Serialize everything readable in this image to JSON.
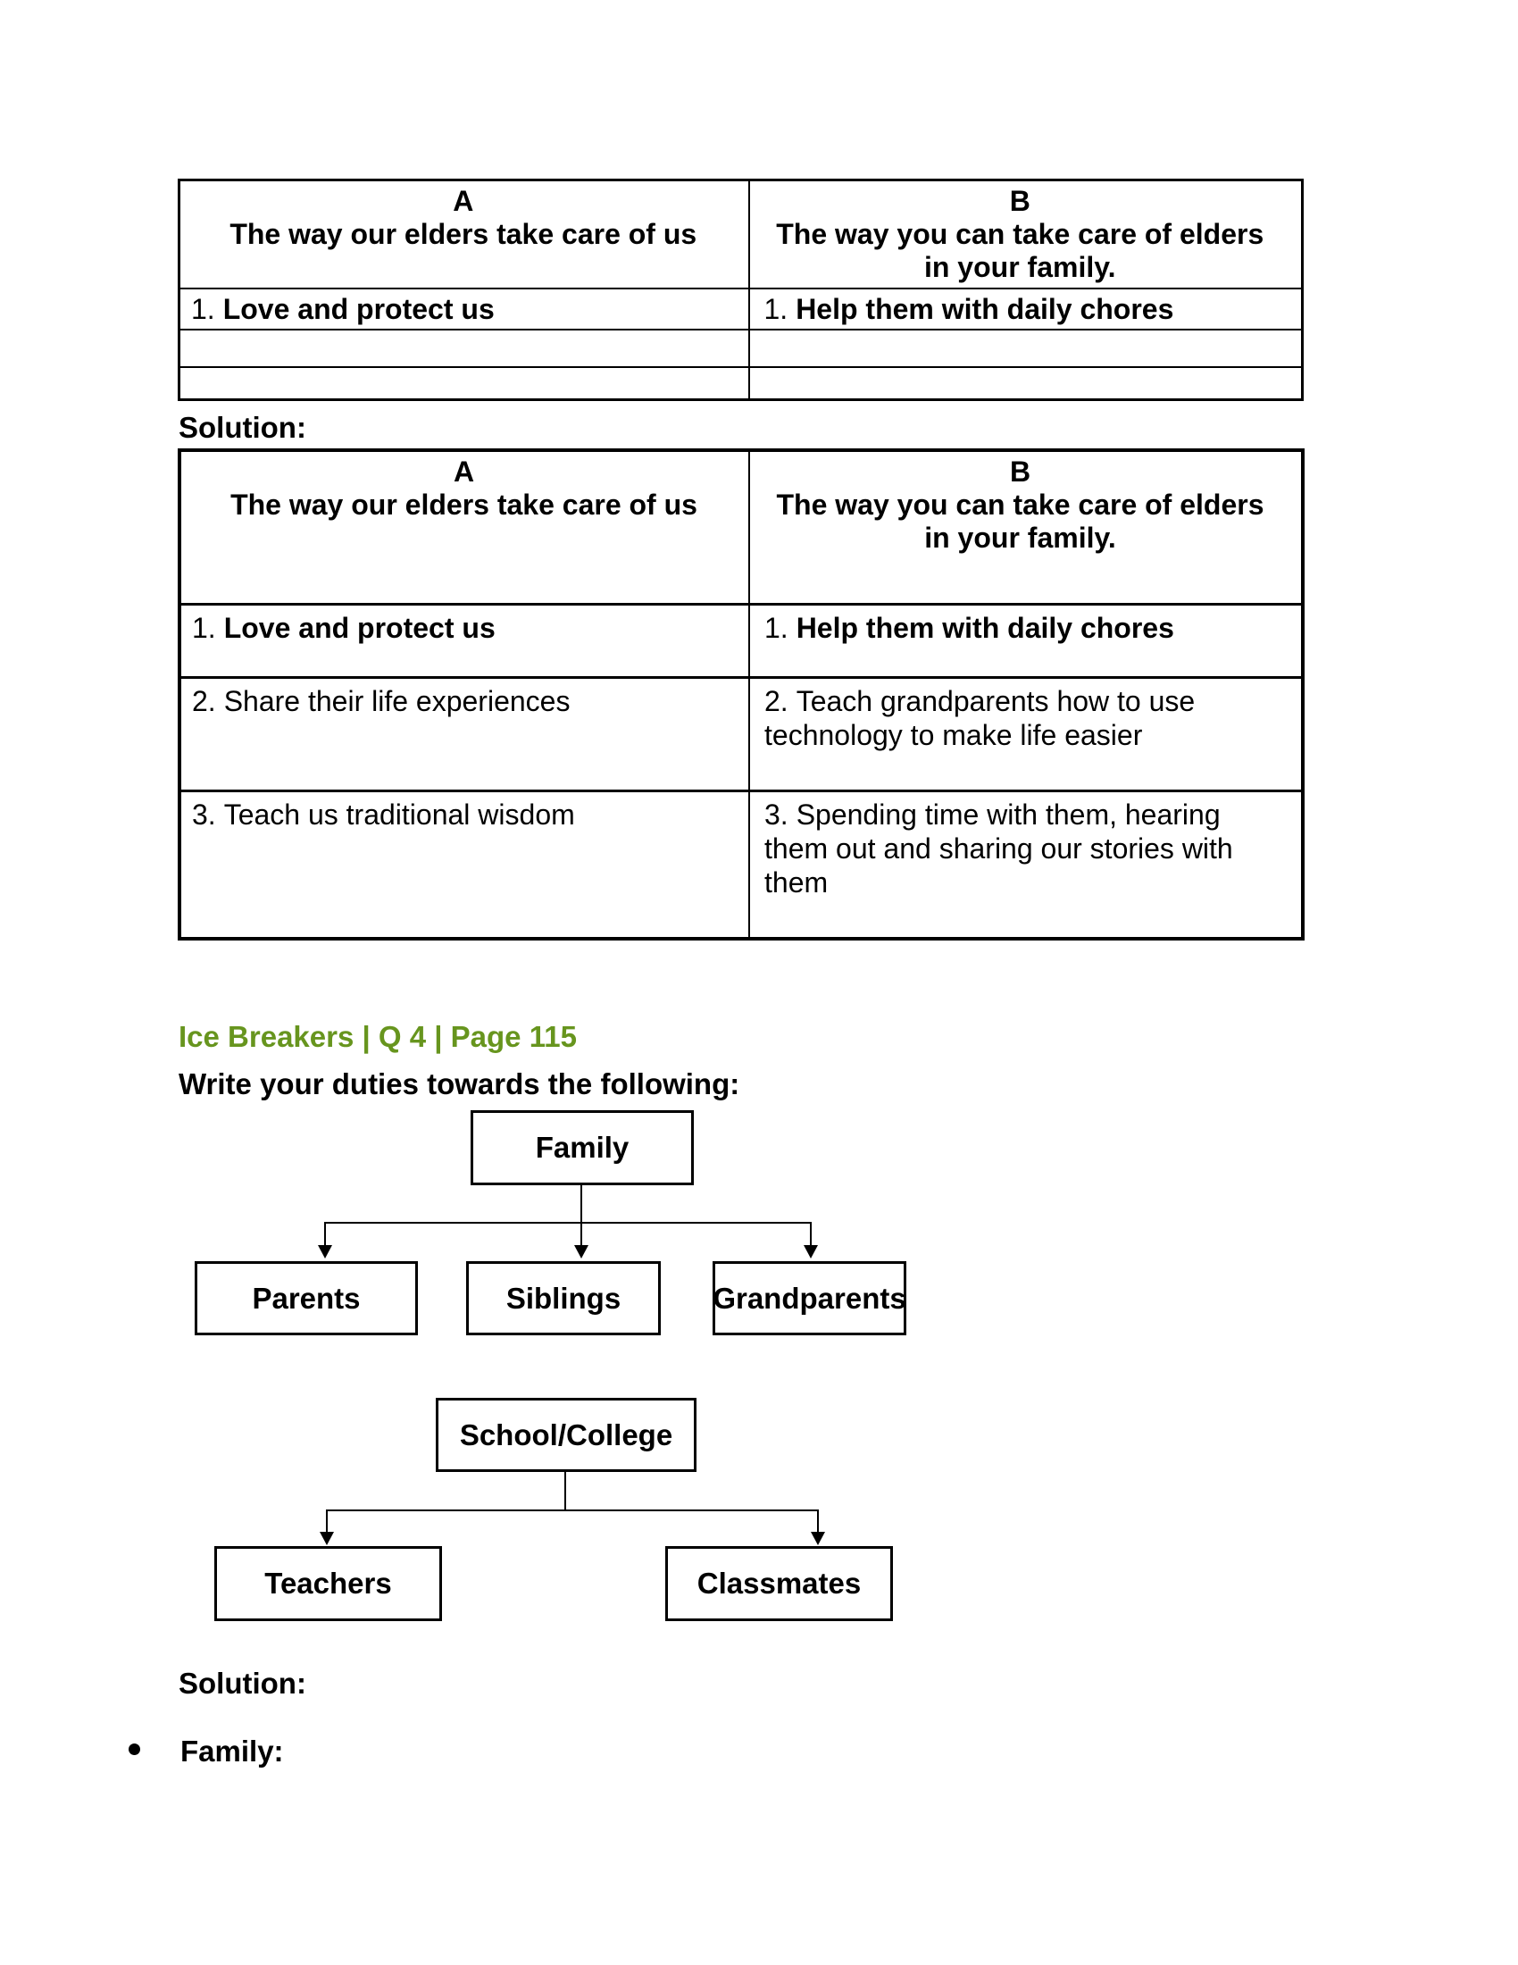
{
  "colors": {
    "heading_green": "#67951e",
    "text": "#000000",
    "border": "#000000"
  },
  "question_table": {
    "header_a": [
      "A",
      "The way our elders take care of us"
    ],
    "header_b": [
      "B",
      "The way you can take care of elders",
      "in your family."
    ],
    "row1": {
      "a_num": "1.",
      "a_text": "Love and protect us",
      "b_num": "1.",
      "b_text": "Help them with daily chores"
    },
    "empty_rows": 2
  },
  "solution_label_1": "Solution:",
  "solution_table": {
    "header_a": [
      "A",
      "The way our elders take care of us"
    ],
    "header_b": [
      "B",
      "The way you can take care of elders",
      "in your family."
    ],
    "rows": [
      {
        "a_num": "1.",
        "a_text": "Love and protect us",
        "b_num": "1.",
        "b_text": "Help them with daily chores"
      },
      {
        "a_num": "2.",
        "a_text": "Share their life experiences",
        "b_num": "2.",
        "b_text": "Teach grandparents how to use technology to make life easier"
      },
      {
        "a_num": "3.",
        "a_text": "Teach us traditional wisdom",
        "b_num": "3.",
        "b_text": "Spending time with them, hearing them out and sharing our stories with them"
      }
    ]
  },
  "section_heading": "Ice Breakers | Q 4 | Page 115",
  "question_text": "Write your duties towards the following:",
  "diagram_family": {
    "root": "Family",
    "children": [
      "Parents",
      "Siblings",
      "Grandparents"
    ]
  },
  "diagram_school": {
    "root": "School/College",
    "children": [
      "Teachers",
      "Classmates"
    ]
  },
  "solution_label_2": "Solution:",
  "bullet_item": "Family:"
}
